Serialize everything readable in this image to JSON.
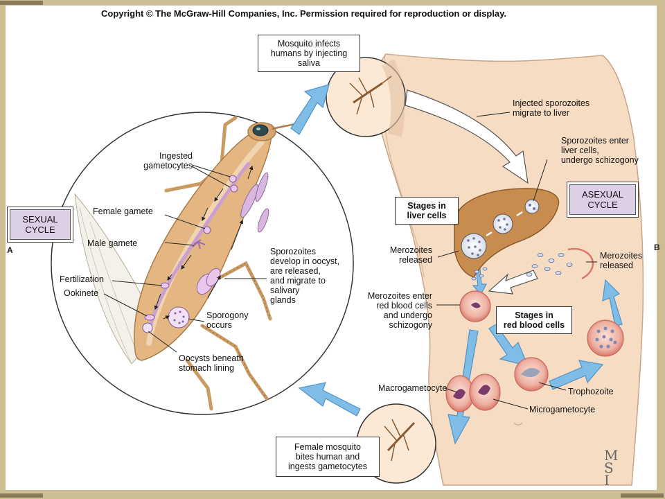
{
  "copyright": "Copyright © The McGraw-Hill Companies, Inc. Permission required for reproduction or display.",
  "panel_letters": {
    "a": "A",
    "b": "B"
  },
  "signature": [
    "M",
    "S",
    "I"
  ],
  "cycles": {
    "sexual": [
      "SEXUAL",
      "CYCLE"
    ],
    "asexual": [
      "ASEXUAL",
      "CYCLE"
    ]
  },
  "boxes": {
    "mosquito_infects": [
      "Mosquito infects",
      "humans by injecting",
      "saliva"
    ],
    "female_bites": [
      "Female mosquito",
      "bites human and",
      "ingests gametocytes"
    ],
    "stages_liver": [
      "Stages in",
      "liver cells"
    ],
    "stages_rbc": [
      "Stages in",
      "red blood cells"
    ]
  },
  "labels": {
    "ingested_gametocytes": [
      "Ingested",
      "gametocytes"
    ],
    "female_gamete": [
      "Female gamete"
    ],
    "male_gamete": [
      "Male gamete"
    ],
    "fertilization": [
      "Fertilization"
    ],
    "ookinete": [
      "Ookinete"
    ],
    "sporozoites_develop": [
      "Sporozoites",
      "develop in oocyst,",
      "are released,",
      "and migrate to",
      "salivary",
      "glands"
    ],
    "sporogony": [
      "Sporogony",
      "occurs"
    ],
    "oocysts": [
      "Oocysts beneath",
      "stomach lining"
    ],
    "injected_sporozoites": [
      "Injected sporozoites",
      "migrate to liver"
    ],
    "sporozoites_enter": [
      "Sporozoites enter",
      "liver cells,",
      "undergo schizogony"
    ],
    "merozoites_released_left": [
      "Merozoites",
      "released"
    ],
    "merozoites_released_right": [
      "Merozoites",
      "released"
    ],
    "merozoites_enter": [
      "Merozoites enter",
      "red blood cells",
      "and undergo",
      "schizogony"
    ],
    "trophozoite": [
      "Trophozoite"
    ],
    "macrogametocyte": [
      "Macrogametocyte"
    ],
    "microgametocyte": [
      "Microgametocyte"
    ]
  },
  "colors": {
    "skin": "#f6dcc2",
    "skin_outline": "#c9a487",
    "arrow_blue": "#7fbde6",
    "arrow_blue_dark": "#4f93c6",
    "liver": "#c98c4f",
    "rbc": "#e8a89a",
    "mosquito": "#e4b782",
    "cycle_fill": "#dccfe6"
  }
}
